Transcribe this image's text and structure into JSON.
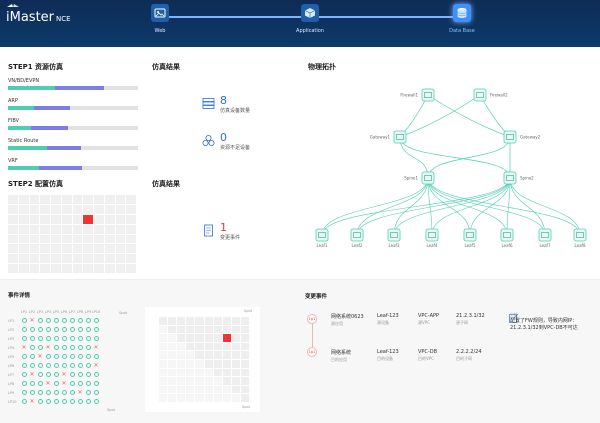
{
  "app": {
    "title": "iMaster",
    "suffix": "NCE"
  },
  "steps": [
    {
      "label": "Web",
      "icon": "web-app-icon",
      "active": false
    },
    {
      "label": "Application",
      "icon": "application-box-icon",
      "active": false
    },
    {
      "label": "Data Base",
      "icon": "database-icon",
      "active": true
    }
  ],
  "step1": {
    "title": "STEP1 资源仿真",
    "bars": [
      {
        "label": "VN/BD/EVPN",
        "a": 0.36,
        "b": 0.38
      },
      {
        "label": "ARP",
        "a": 0.2,
        "b": 0.28
      },
      {
        "label": "FIBV",
        "a": 0.18,
        "b": 0.28
      },
      {
        "label": "Static Route",
        "a": 0.3,
        "b": 0.26
      },
      {
        "label": "VRF",
        "a": 0.24,
        "b": 0.33
      }
    ]
  },
  "sim_result_1": {
    "title": "仿真结果",
    "stats": [
      {
        "value": "8",
        "label": "仿真设备数量",
        "icon": "server-stack-icon"
      },
      {
        "value": "0",
        "label": "资源不足设备",
        "icon": "cluster-icon"
      }
    ]
  },
  "topology": {
    "title": "物理拓扑",
    "firewalls": [
      "Firewall1",
      "Firewall2"
    ],
    "gateways": [
      "Gateway1",
      "Gateway2"
    ],
    "spines": [
      "Spine1",
      "Spine2"
    ],
    "leaves": [
      "Leaf1",
      "Leaf2",
      "Leaf3",
      "Leaf4",
      "Leaf5",
      "Leaf6",
      "Leaf7",
      "Leaf8"
    ]
  },
  "step2": {
    "title": "STEP2 配置仿真"
  },
  "sim_result_2": {
    "title": "仿真结果",
    "stat": {
      "value": "1",
      "label": "变更事件",
      "icon": "document-icon"
    }
  },
  "event_detail": {
    "title": "事件详情",
    "row_labels": [
      "LP1",
      "LP2",
      "LP3",
      "LP4",
      "LP5",
      "LP6",
      "LP7",
      "LP8",
      "LP9",
      "LP10"
    ],
    "col_labels": [
      "LP1",
      "LP2",
      "LP3",
      "LP4",
      "LP5",
      "LP6",
      "LP7",
      "LP8",
      "LP9",
      "LP10"
    ],
    "matrix": [
      [
        "o",
        "x",
        "o",
        "o",
        "o",
        "o",
        "o",
        "o",
        "o",
        "o",
        "o",
        "o",
        "o"
      ],
      [
        "o",
        "o",
        "o",
        "o",
        "o",
        "o",
        "o",
        "o",
        "o",
        "o",
        "x",
        "o",
        "o"
      ],
      [
        "o",
        "o",
        "o",
        "o",
        "o",
        "o",
        "o",
        "o",
        "o",
        "o",
        "o",
        "o",
        "o"
      ],
      [
        "x",
        "o",
        "o",
        "x",
        "o",
        "o",
        "o",
        "o",
        "o",
        "x",
        "o",
        "o",
        "o"
      ],
      [
        "o",
        "o",
        "x",
        "o",
        "o",
        "o",
        "o",
        "o",
        "o",
        "o",
        "o",
        "o",
        "o"
      ],
      [
        "o",
        "o",
        "o",
        "o",
        "o",
        "o",
        "o",
        "o",
        "o",
        "x",
        "o",
        "o",
        "o"
      ],
      [
        "o",
        "x",
        "o",
        "o",
        "o",
        "x",
        "o",
        "o",
        "o",
        "o",
        "o",
        "o",
        "o"
      ],
      [
        "o",
        "o",
        "o",
        "x",
        "o",
        "x",
        "o",
        "o",
        "o",
        "o",
        "o",
        "o",
        "o"
      ],
      [
        "o",
        "o",
        "o",
        "o",
        "o",
        "o",
        "o",
        "x",
        "o",
        "o",
        "o",
        "o",
        "o"
      ],
      [
        "o",
        "x",
        "o",
        "o",
        "o",
        "o",
        "o",
        "o",
        "o",
        "o",
        "o",
        "o",
        "o"
      ]
    ],
    "axis_label": "Spot"
  },
  "change_events": {
    "title": "变更事件",
    "items": [
      {
        "badge": "1p1",
        "name": "网络系统0623",
        "name_sub": "源应用",
        "leaf": "Leaf-123",
        "leaf_sub": "源设备",
        "vpc": "VPC-APP",
        "vpc_sub": "源VPC",
        "ip": "21.2.3.1/32",
        "ip_sub": "源子网"
      },
      {
        "badge": "1p1",
        "name": "网络系统",
        "name_sub": "目的应用",
        "leaf": "Leaf-123",
        "leaf_sub": "目的设备",
        "vpc": "VPC-DB",
        "vpc_sub": "目的VPC",
        "ip": "2.2.2.2/24",
        "ip_sub": "目的子网"
      }
    ],
    "analysis": {
      "title": "分析",
      "text": "配置了FW规则，导致内网IP：21.2.3.1/32到VPC-DB不可达"
    }
  }
}
